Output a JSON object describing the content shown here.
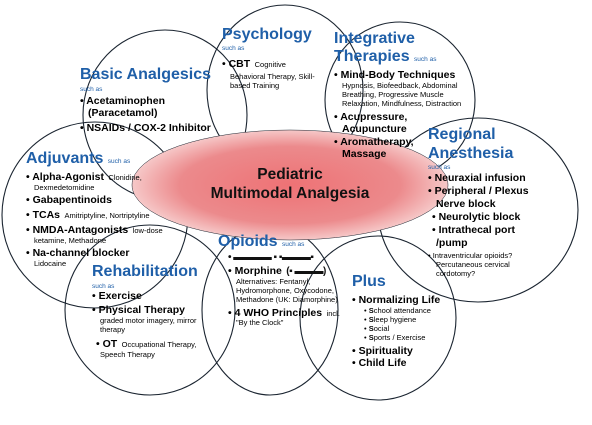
{
  "colors": {
    "heading": "#1f5fa8",
    "circle_stroke": "#1a2430",
    "center_fill": "#e8666a",
    "center_fill_light": "#f8c9c9"
  },
  "center": {
    "line1": "Pediatric",
    "line2": "Multimodal Analgesia"
  },
  "psychology": {
    "title": "Psychology",
    "such_as": "such as",
    "items": [
      {
        "bold": "CBT",
        "detail_inline": "Cognitive",
        "detail": [
          "Behavioral Therapy, Skill-",
          "based Training"
        ]
      }
    ]
  },
  "integrative": {
    "title_1": "Integrative",
    "title_2": "Therapies",
    "such_as": "such as",
    "items": [
      {
        "bold": "Mind-Body Techniques",
        "detail": [
          "Hypnosis, Biofeedback, Abdominal",
          "Breathing, Progressive Muscle",
          "Relaxation, Mindfulness, Distraction"
        ]
      },
      {
        "bold_lines": [
          "Acupressure,",
          "Acupuncture"
        ]
      },
      {
        "bold_lines": [
          "Aromatherapy,",
          "Massage"
        ]
      }
    ]
  },
  "basic": {
    "title": "Basic Analgesics",
    "such_as": "such as",
    "items": [
      {
        "bold_lines": [
          "Acetaminophen",
          "(Paracetamol)"
        ]
      },
      {
        "bold_lines": [
          "NSAIDs / COX-2 Inhibitor"
        ]
      }
    ]
  },
  "adjuvants": {
    "title": "Adjuvants",
    "such_as": "such as",
    "items": [
      {
        "bold": "Alpha-Agonist",
        "detail_inline": "Clonidine,",
        "detail": [
          "Dexmedetomidine"
        ]
      },
      {
        "bold": "Gabapentinoids"
      },
      {
        "bold": "TCAs",
        "detail_inline": "Amitriptyline, Nortriptyline"
      },
      {
        "bold": "NMDA-Antagonists",
        "detail_inline": "low-dose",
        "detail": [
          "ketamine, Methadone"
        ]
      },
      {
        "bold": "Na-channel blocker",
        "detail": [
          "Lidocaine"
        ]
      }
    ]
  },
  "regional": {
    "title_1": "Regional",
    "title_2": "Anesthesia",
    "such_as": "such as",
    "items": [
      {
        "bold_lines": [
          "Neuraxial infusion"
        ]
      },
      {
        "bold_lines": [
          "Peripheral / Plexus",
          "Nerve block"
        ]
      },
      {
        "bold_lines": [
          "Neurolytic block"
        ]
      },
      {
        "bold_lines": [
          "Intrathecal port",
          "/pump"
        ]
      },
      {
        "detail": [
          "Intraventricular opioids?",
          "Percutaneous cervical",
          "cordotomy?"
        ]
      }
    ]
  },
  "opioids": {
    "title": "Opioids",
    "such_as": "such as",
    "items": [
      {
        "bold": "Morphine",
        "detail": [
          "Alternatives: Fentanyl,",
          "Hydromorphone, Oxycodone,",
          "Methadone (UK: Diamorphine)"
        ]
      },
      {
        "bold": "4 WHO Principles",
        "detail_inline": "incl.",
        "detail": [
          "\"By the Clock\""
        ]
      }
    ]
  },
  "rehabilitation": {
    "title": "Rehabilitation",
    "such_as": "such as",
    "items": [
      {
        "bold": "Exercise"
      },
      {
        "bold": "Physical Therapy",
        "detail": [
          "graded motor imagery, mirror",
          "therapy"
        ]
      },
      {
        "bold": "OT",
        "detail_inline": "Occupational Therapy,",
        "detail": [
          "Speech Therapy"
        ]
      }
    ]
  },
  "plus": {
    "title": "Plus",
    "items": [
      {
        "bold": "Normalizing Life"
      },
      {
        "bold": "Spirituality"
      },
      {
        "bold": "Child Life"
      }
    ],
    "sleep_list": [
      {
        "first": "S",
        "rest": "chool attendance"
      },
      {
        "first": "S",
        "rest": "leep hygiene"
      },
      {
        "first": "S",
        "rest": "ocial"
      },
      {
        "first": "S",
        "rest": "ports / Exercise"
      }
    ]
  }
}
